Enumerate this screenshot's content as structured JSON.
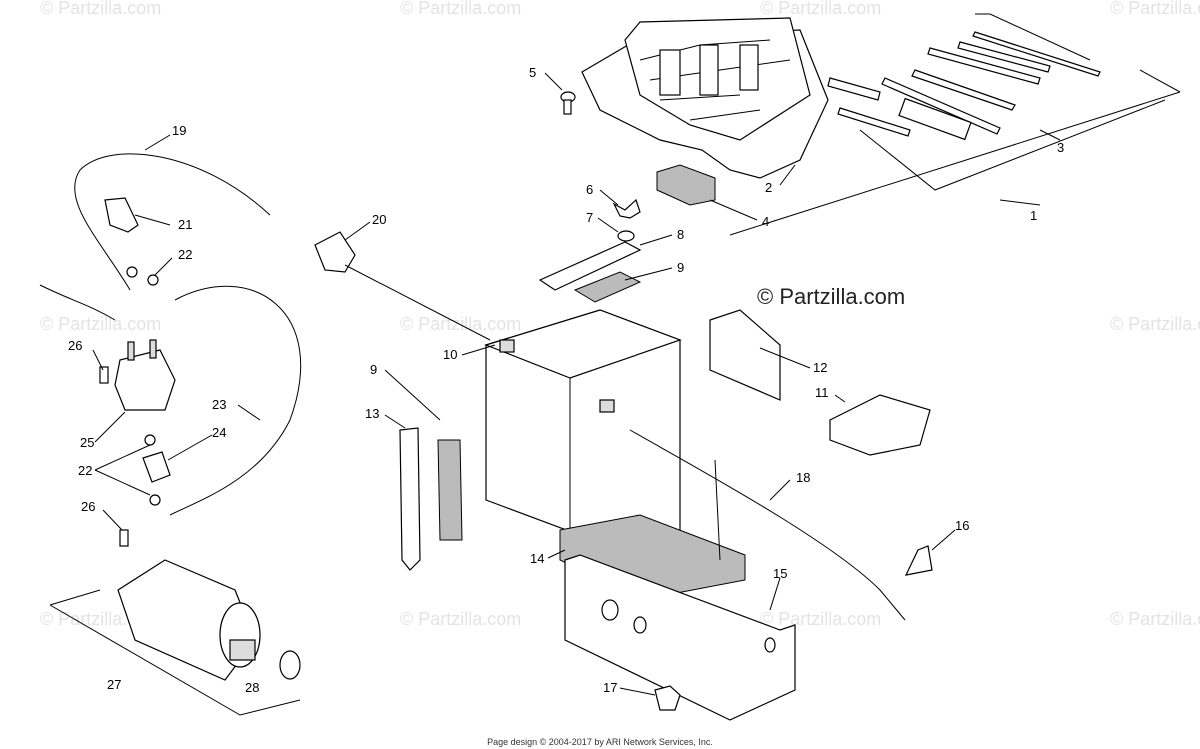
{
  "watermark": "© Partzilla.com",
  "brand_label": "© Partzilla.com",
  "footer": "Page design © 2004-2017 by ARI Network Services, Inc.",
  "callouts": {
    "c1": "1",
    "c2": "2",
    "c3": "3",
    "c4": "4",
    "c5": "5",
    "c6": "6",
    "c7": "7",
    "c8": "8",
    "c9a": "9",
    "c9b": "9",
    "c10": "10",
    "c11": "11",
    "c12": "12",
    "c13": "13",
    "c14": "14",
    "c15": "15",
    "c16": "16",
    "c17": "17",
    "c18": "18",
    "c19": "19",
    "c20": "20",
    "c21": "21",
    "c22a": "22",
    "c22b": "22",
    "c23": "23",
    "c24": "24",
    "c25": "25",
    "c26a": "26",
    "c26b": "26",
    "c27": "27",
    "c28": "28"
  }
}
